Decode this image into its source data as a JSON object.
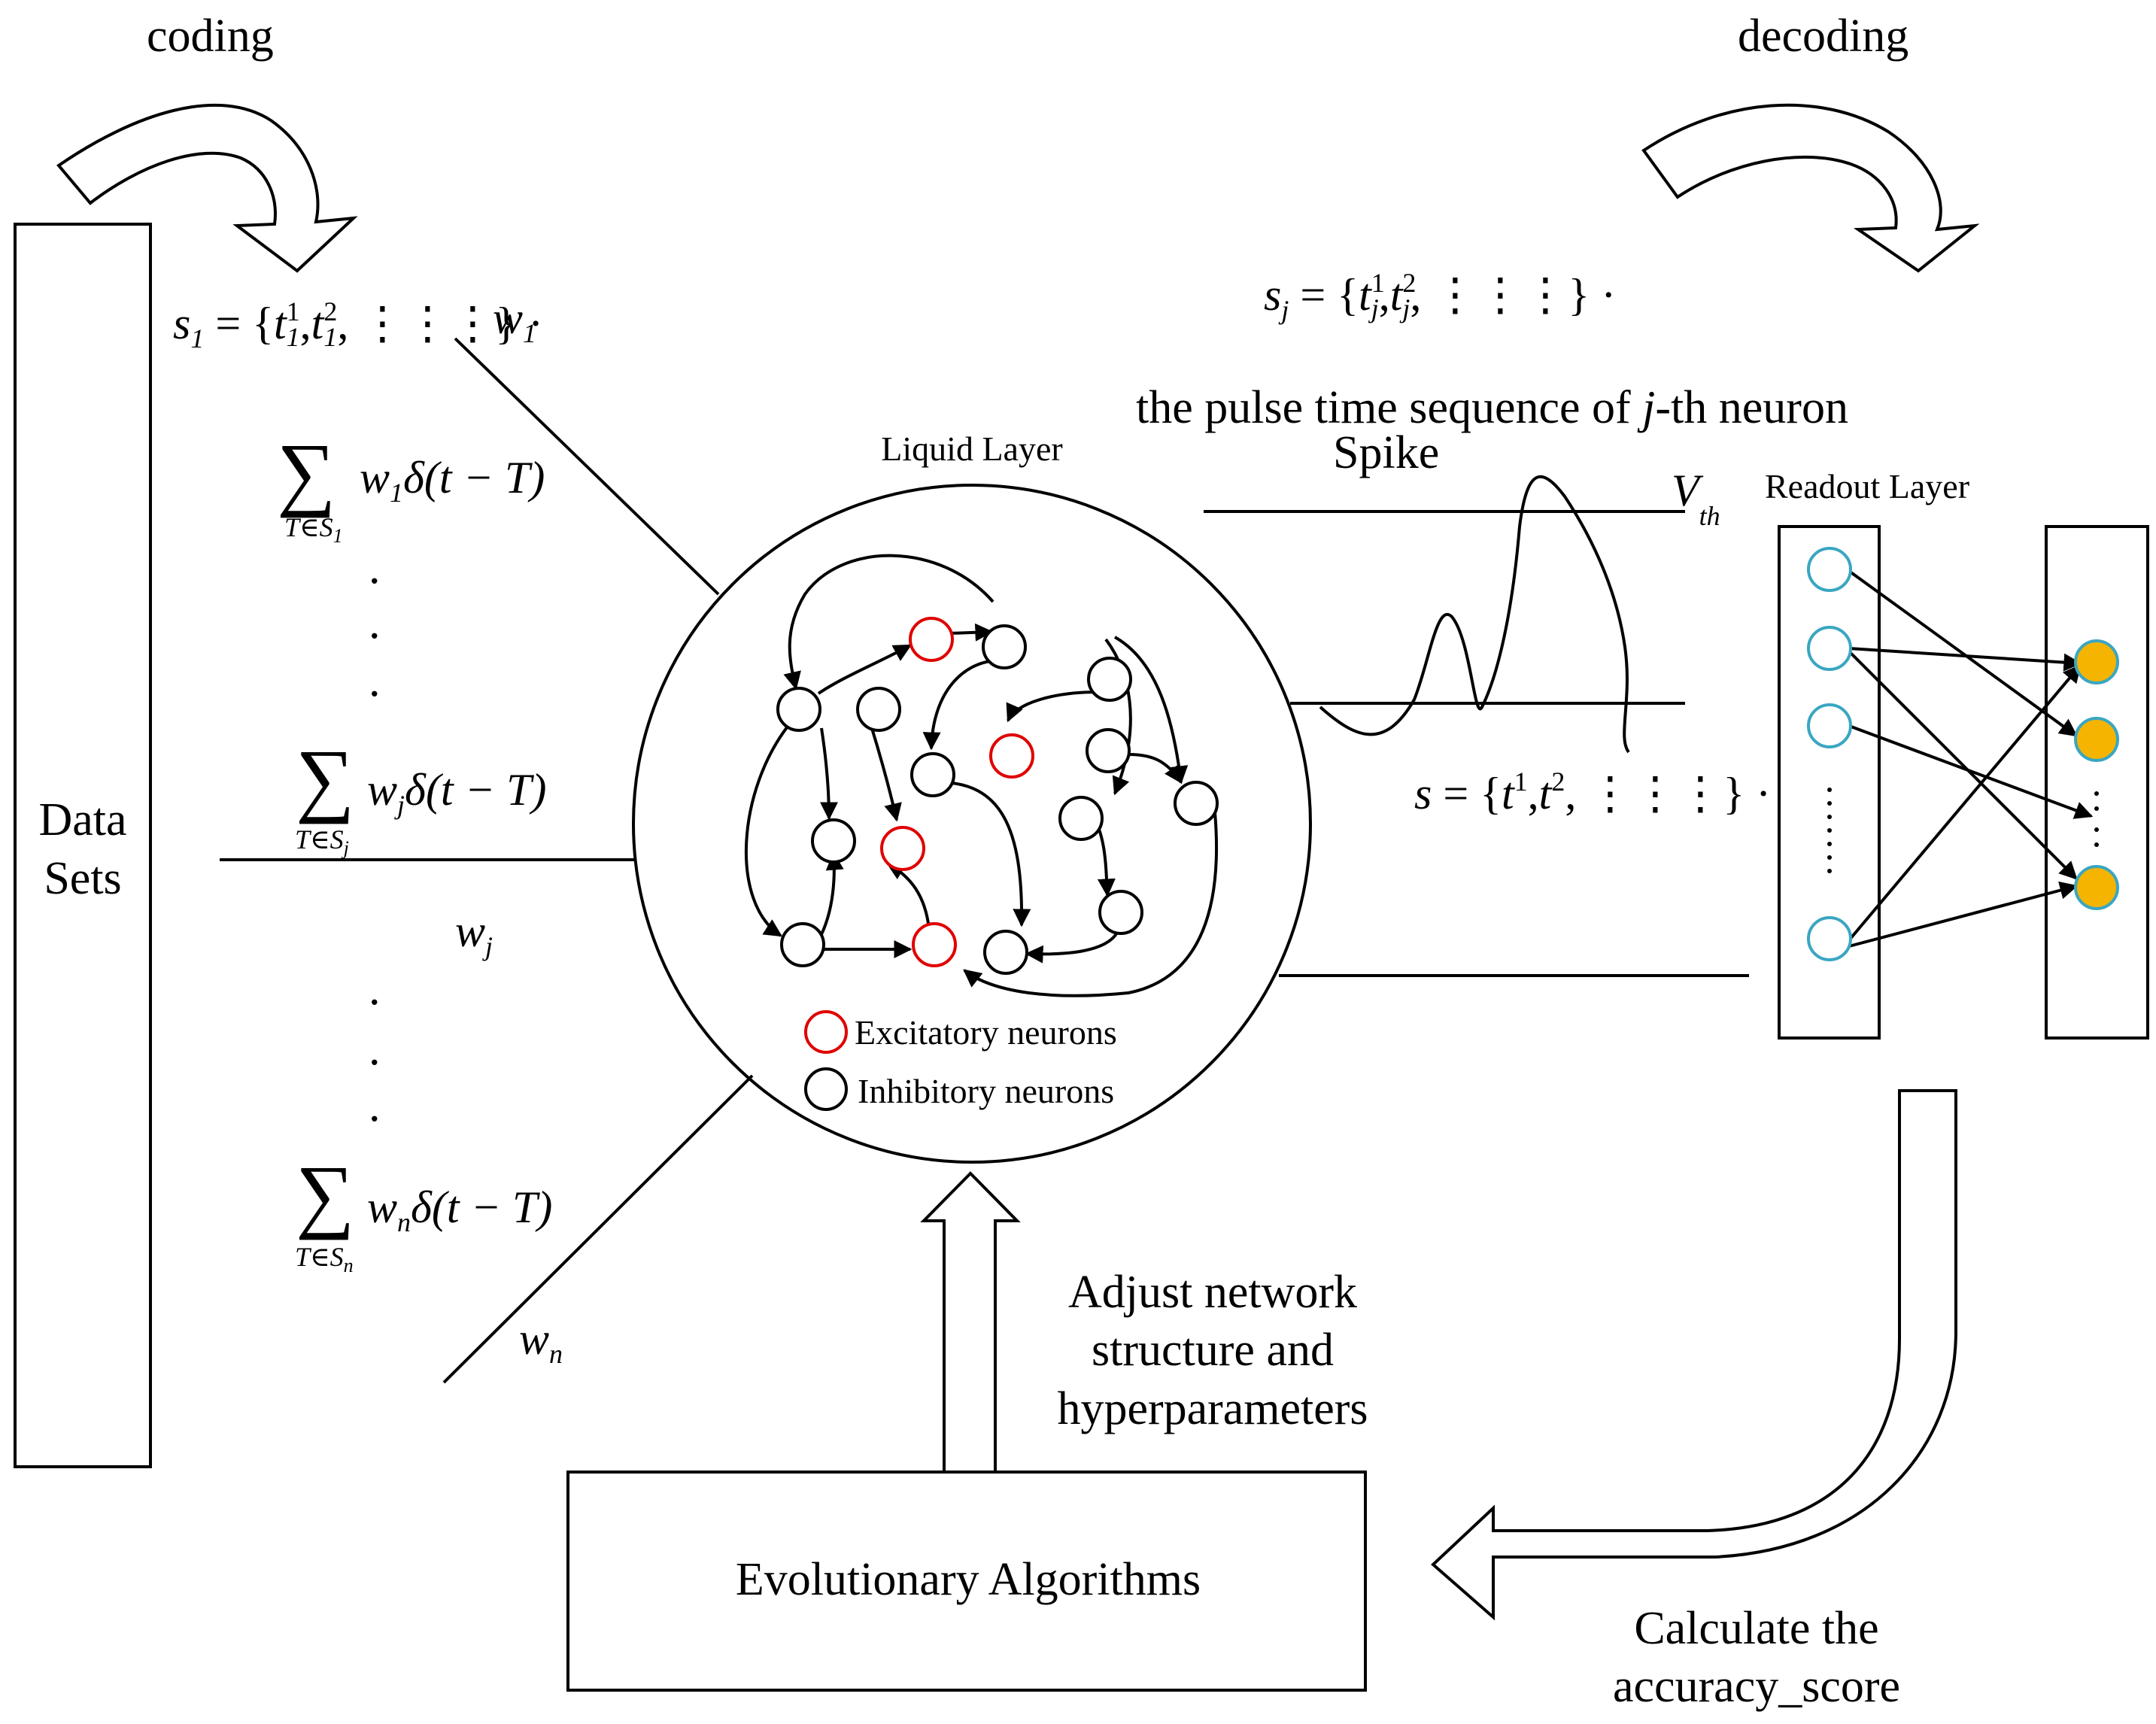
{
  "colors": {
    "excitatory": "#e00000",
    "inhibitory": "#000000",
    "readout_input": "#3aa6c2",
    "readout_output_fill": "#f5b400",
    "readout_output_stroke": "#3aa6c2"
  },
  "labels": {
    "coding": "coding",
    "decoding": "decoding",
    "data_sets_line1": "Data",
    "data_sets_line2": "Sets",
    "liquid_layer": "Liquid Layer",
    "readout_layer": "Readout Layer",
    "spike": "Spike",
    "pulse_prefix": "the pulse time sequence of ",
    "pulse_j": "j",
    "pulse_suffix": "-th neuron",
    "excitatory_legend": "Excitatory neurons",
    "inhibitory_legend": "Inhibitory neurons",
    "adjust_line1": "Adjust network",
    "adjust_line2": "structure and",
    "adjust_line3": "hyperparameters",
    "evolutionary": "Evolutionary Algorithms",
    "calc_line1": "Calculate the",
    "calc_line2": "accuracy_score",
    "vdots": "."
  },
  "math": {
    "s1_s": "s",
    "s1_sub": "1",
    "s1_eq": " = {",
    "s1_t": "t",
    "s1_sup1": "1",
    "s1_sub1": "1",
    "s1_comma": ",",
    "s1_sup2": "2",
    "s1_sub2": "1",
    "s1_tail": ", ⋮⋮⋮} ·",
    "w1_w": "w",
    "w1_sub": "1",
    "sum1_w": "w",
    "sum1_sub": "1",
    "sum1_rest": "δ(t − T)",
    "sum1_under": "T∈S",
    "sum1_under_sub": "1",
    "sumj_w": "w",
    "sumj_sub": "j",
    "sumj_rest": "δ(t − T)",
    "sumj_under": "T∈S",
    "sumj_under_sub": "j",
    "sumn_w": "w",
    "sumn_sub": "n",
    "sumn_rest": "δ(t − T)",
    "sumn_under": "T∈S",
    "sumn_under_sub": "n",
    "wj_w": "w",
    "wj_sub": "j",
    "wn_w": "w",
    "wn_sub": "n",
    "sj_s": "s",
    "sj_sub": "j",
    "sj_eq": " = {",
    "sj_t": "t",
    "sj_sup1": "1",
    "sj_sub1": "j",
    "sj_comma": ",",
    "sj_sup2": "2",
    "sj_sub2": "j",
    "sj_tail": ", ⋮⋮⋮} ·",
    "s_s": "s",
    "s_eq": " = {",
    "s_t": "t",
    "s_sup1": "1",
    "s_comma": ",",
    "s_sup2": "2",
    "s_tail": ", ⋮⋮⋮} ·",
    "vth_v": "V",
    "vth_sub": "th",
    "sigma": "∑"
  }
}
